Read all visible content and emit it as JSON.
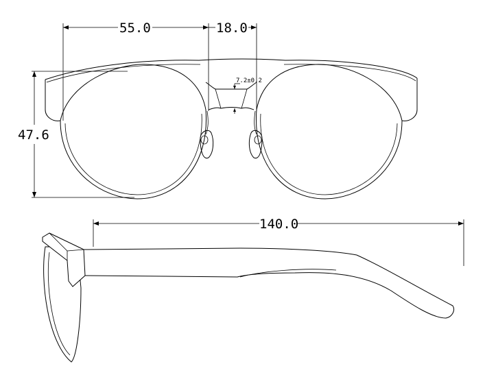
{
  "dimensions": {
    "lens_width": "55.0",
    "bridge_width": "18.0",
    "lens_height": "47.6",
    "bridge_height": "7.2±0.2",
    "temple_length": "140.0"
  },
  "colors": {
    "stroke": "#000000",
    "background": "#ffffff"
  }
}
